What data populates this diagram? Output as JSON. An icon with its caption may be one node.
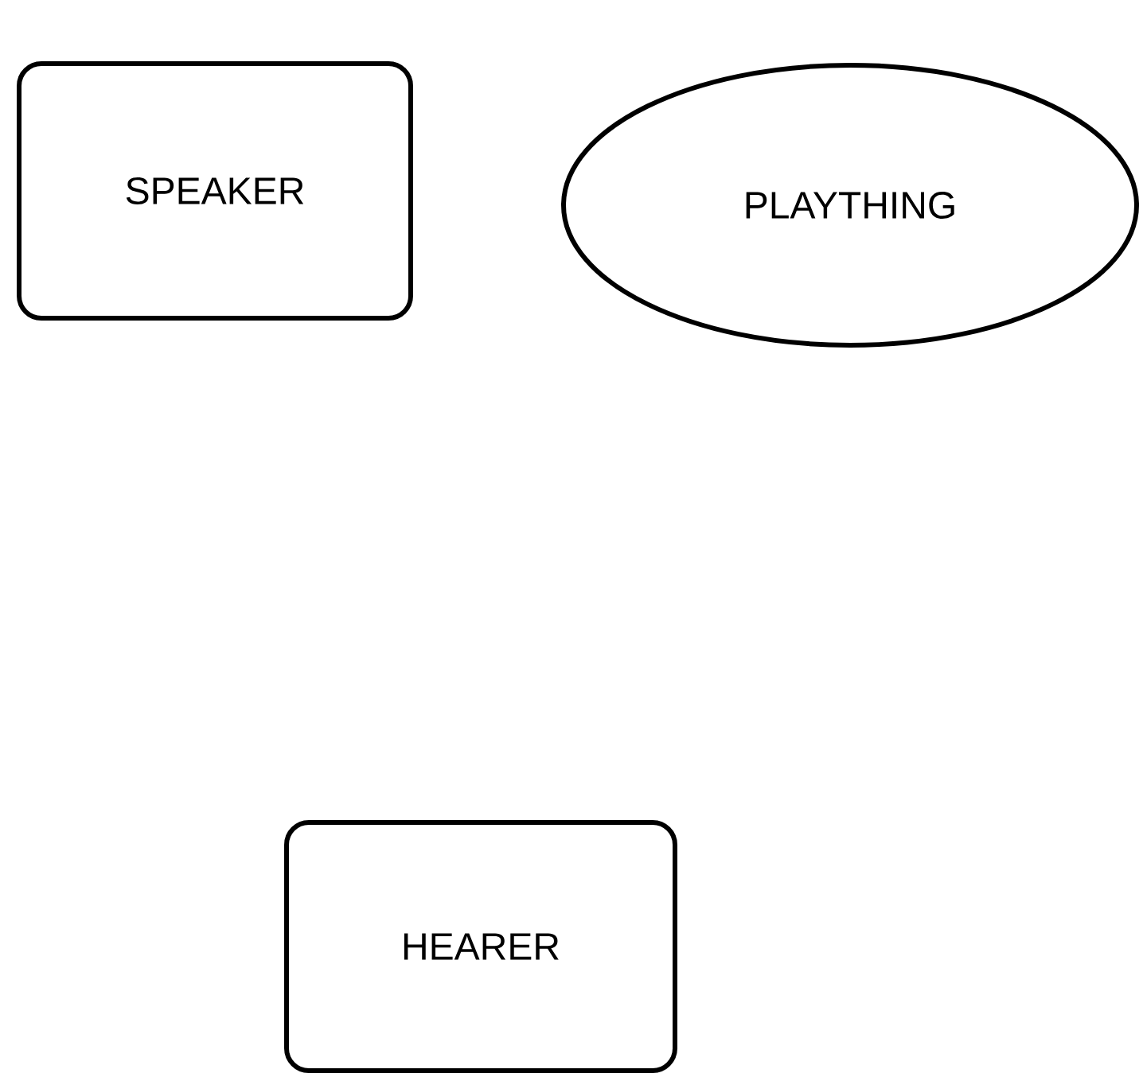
{
  "diagram": {
    "nodes": [
      {
        "text": [
          "SPEAKER"
        ]
      },
      {
        "text": [
          "PLAYTHING"
        ]
      },
      {
        "text": [
          "HEARER"
        ]
      }
    ]
  }
}
